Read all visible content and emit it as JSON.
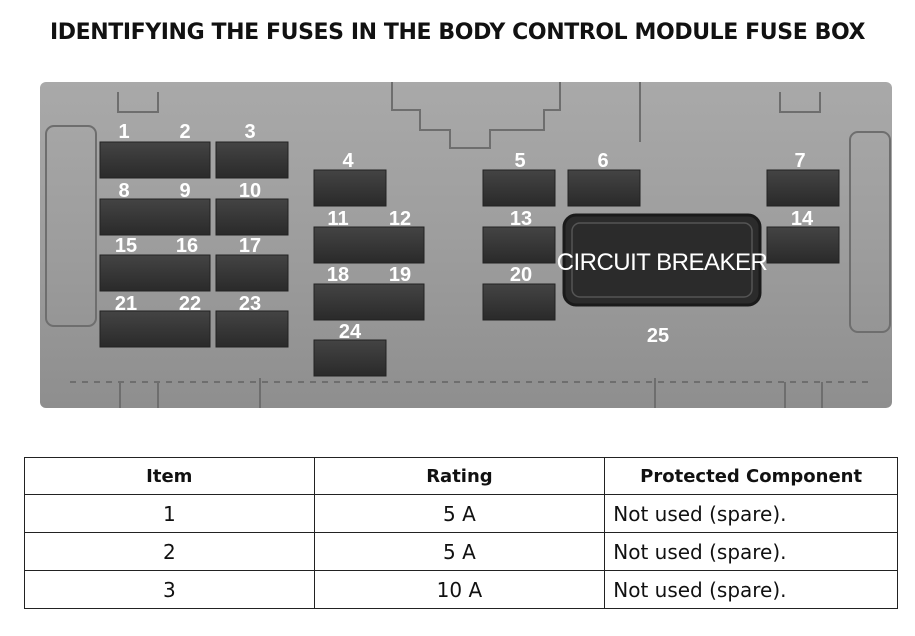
{
  "title": "IDENTIFYING THE FUSES IN THE BODY CONTROL MODULE FUSE BOX",
  "diagram": {
    "fuse_labels": [
      "1",
      "2",
      "3",
      "4",
      "5",
      "6",
      "7",
      "8",
      "9",
      "10",
      "11",
      "12",
      "13",
      "14",
      "15",
      "16",
      "17",
      "18",
      "19",
      "20",
      "21",
      "22",
      "23",
      "24",
      "25"
    ],
    "circuit_breaker_label": "CIRCUIT BREAKER"
  },
  "table": {
    "headers": [
      "Item",
      "Rating",
      "Protected Component"
    ],
    "rows": [
      {
        "item": "1",
        "rating": "5 A",
        "component": "Not used (spare)."
      },
      {
        "item": "2",
        "rating": "5 A",
        "component": "Not used (spare)."
      },
      {
        "item": "3",
        "rating": "10 A",
        "component": "Not used (spare)."
      }
    ]
  }
}
